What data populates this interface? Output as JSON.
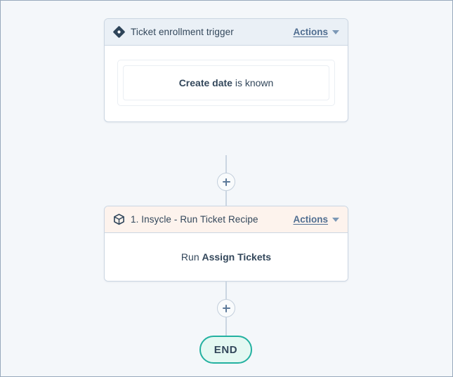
{
  "canvas": {
    "background_color": "#f4f7fa",
    "border_color": "#98a9bc"
  },
  "flow": {
    "trigger_card": {
      "icon": "trigger-diamond-icon",
      "title": "Ticket enrollment trigger",
      "header_background": "#eaf0f6",
      "actions": {
        "label": "Actions",
        "caret": "chevron-down-icon"
      },
      "filters": [
        {
          "property": "Create date",
          "operator": "is known"
        }
      ]
    },
    "connector_top": {
      "plus_label": "+"
    },
    "action_card": {
      "icon": "app-cube-icon",
      "title": "1. Insycle - Run Ticket Recipe",
      "header_background": "#fdf3ed",
      "actions": {
        "label": "Actions",
        "caret": "chevron-down-icon"
      },
      "body": {
        "prefix": "Run",
        "recipe": "Assign Tickets"
      }
    },
    "connector_bottom": {
      "plus_label": "+"
    },
    "end_node": {
      "label": "END",
      "border_color": "#23b1a0",
      "background_color": "#e4f8f2"
    }
  }
}
